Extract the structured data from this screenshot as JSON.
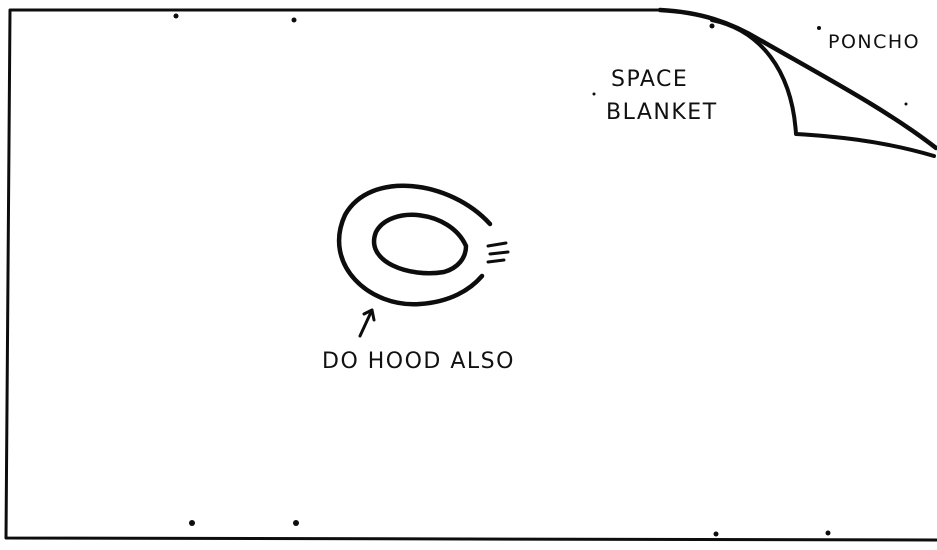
{
  "labels": {
    "space_line1": "SPACE",
    "space_line2": "BLANKET",
    "poncho": "PONCHO",
    "hood": "DO HOOD ALSO"
  },
  "colors": {
    "ink": "#0d0d0d",
    "paper": "#ffffff"
  }
}
